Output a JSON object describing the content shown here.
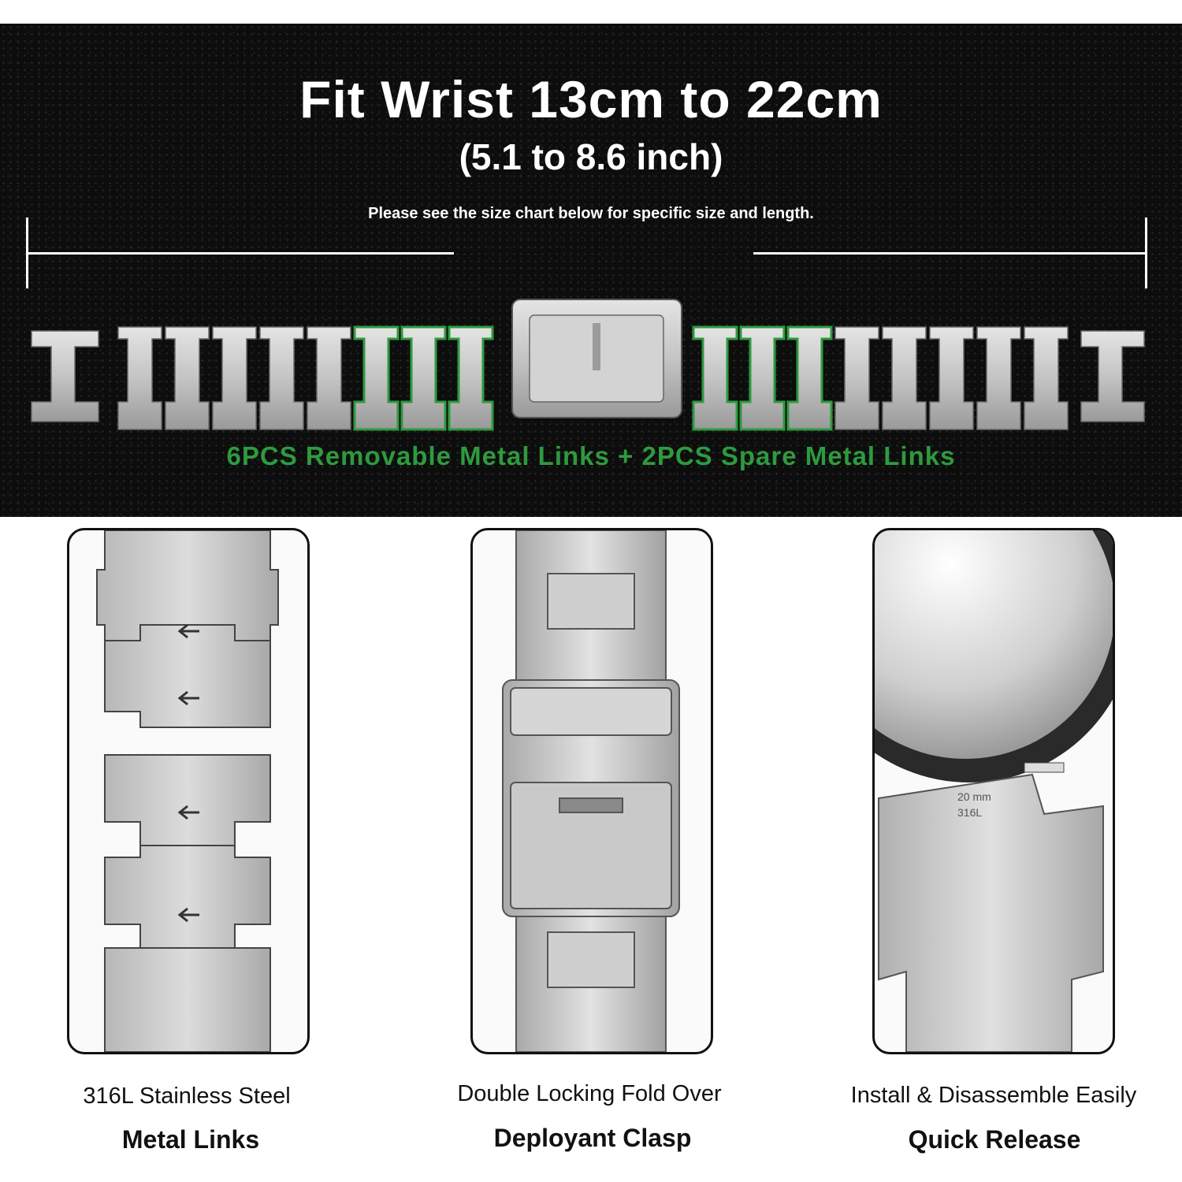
{
  "hero": {
    "title": "Fit Wrist 13cm to 22cm",
    "subtitle": "(5.1 to 8.6 inch)",
    "note": "Please see the size chart below for specific size and length.",
    "links_caption": "6PCS Removable Metal Links + 2PCS Spare Metal Links",
    "accent_color": "#2e9a3e"
  },
  "features": [
    {
      "line1": "316L Stainless Steel",
      "line2": "Metal Links",
      "icon": "metal-links-closeup"
    },
    {
      "line1": "Double Locking Fold Over",
      "line2": "Deployant Clasp",
      "icon": "clasp-closeup"
    },
    {
      "line1": "Install & Disassemble Easily",
      "line2": "Quick Release",
      "icon": "quick-release-closeup"
    }
  ],
  "engraving": {
    "line1": "20 mm",
    "line2": "316L"
  }
}
